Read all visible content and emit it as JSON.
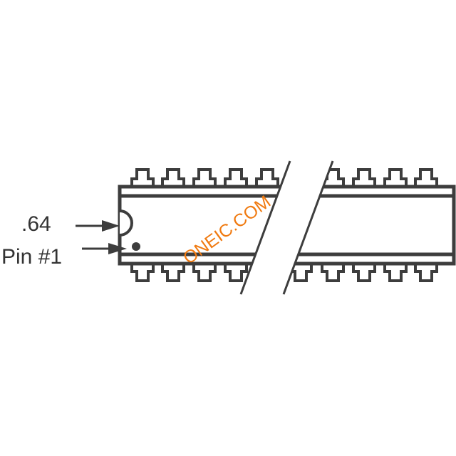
{
  "labels": {
    "notch_dimension": ".64",
    "pin1": "Pin #1"
  },
  "watermark": "ONEIC.COM",
  "colors": {
    "stroke": "#3d3d3d",
    "watermark": "#f07a10"
  }
}
